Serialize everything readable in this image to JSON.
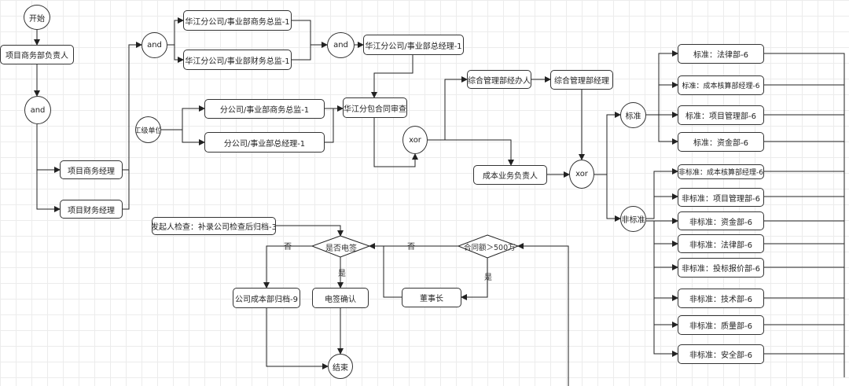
{
  "nodes": {
    "start": "开始",
    "proj_manager": "项目商务部负责人",
    "and1": "and",
    "and2": "and",
    "and3": "and",
    "hj_biz_director": "华江分公司/事业部商务总监-1",
    "hj_fin_director": "华江分公司/事业部财务总监-1",
    "hj_gm": "华江分公司/事业部总经理-1",
    "work_unit": "工级单位",
    "branch_biz_director": "分公司/事业部商务总监-1",
    "branch_gm": "分公司/事业部总经理-1",
    "hj_contract_review": "华江分包合同审查",
    "xor1": "xor",
    "xor2": "xor",
    "mgmt_handler": "综合管理部经办人",
    "mgmt_manager": "综合管理部经理",
    "cost_owner": "成本业务负责人",
    "proj_biz_manager": "项目商务经理",
    "proj_fin_manager": "项目财务经理",
    "standard": "标准",
    "non_standard": "非标准",
    "std_law": "标准：法律部-6",
    "std_cost": "标准：成本核算部经理-6",
    "std_proj": "标准：项目管理部-6",
    "std_fund": "标准：资金部-6",
    "ns_cost": "非标准：成本核算部经理-6",
    "ns_proj": "非标准：项目管理部-6",
    "ns_fund": "非标准：资金部-6",
    "ns_law": "非标准：法律部-6",
    "ns_bid": "非标准：投标报价部-6",
    "ns_tech": "非标准：技术部-6",
    "ns_quality": "非标准：质量部-6",
    "ns_safety": "非标准：安全部-6",
    "initiator_check": "发起人检查：补录公司检查后归档-3",
    "is_e_sign": "是否电签",
    "contract_amount": "合同额＞500万",
    "company_cost_archive": "公司成本部归档-9",
    "e_sign_confirm": "电签确认",
    "chairman": "董事长",
    "end": "结束"
  },
  "edge_labels": {
    "no1": "否",
    "yes1": "是",
    "no2": "否",
    "yes2": "是"
  }
}
